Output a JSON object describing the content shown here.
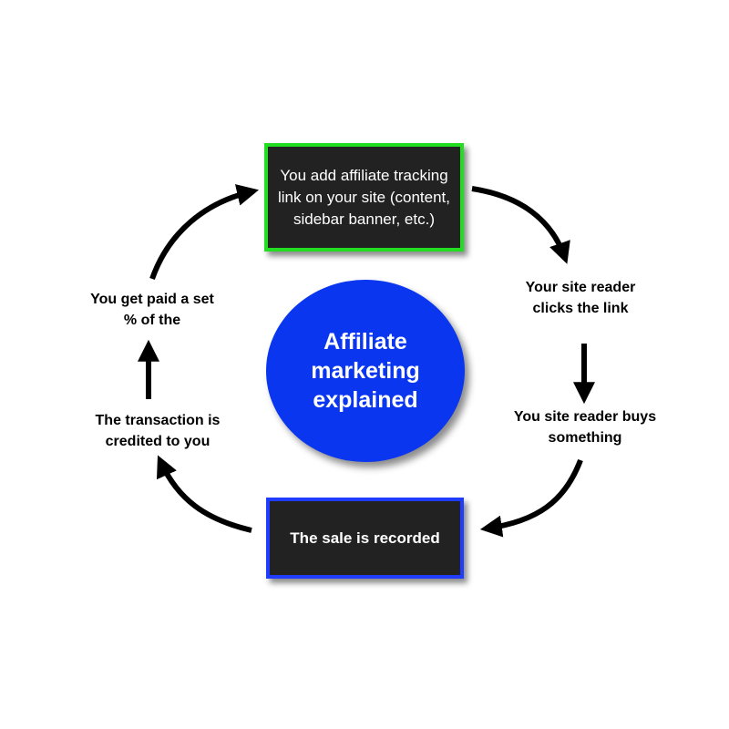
{
  "diagram": {
    "center_title": "Affiliate marketing explained",
    "steps": [
      {
        "id": "add-link",
        "text": "You add affiliate tracking link on your site (content, sidebar banner, etc.)",
        "border_color": "#22dd22"
      },
      {
        "id": "reader-clicks",
        "text": "Your site reader clicks the link"
      },
      {
        "id": "reader-buys",
        "text": "You site reader buys something"
      },
      {
        "id": "sale-recorded",
        "text": "The sale is recorded",
        "border_color": "#1f3cff"
      },
      {
        "id": "credited",
        "text": "The transaction is credited to you"
      },
      {
        "id": "paid",
        "text": "You get paid a set % of the"
      }
    ],
    "flow": [
      "add-link",
      "reader-clicks",
      "reader-buys",
      "sale-recorded",
      "credited",
      "paid",
      "add-link"
    ]
  },
  "colors": {
    "box_fill": "#222222",
    "circle_fill": "#0a36f0",
    "arrow": "#000000",
    "text_on_dark": "#ffffff"
  }
}
